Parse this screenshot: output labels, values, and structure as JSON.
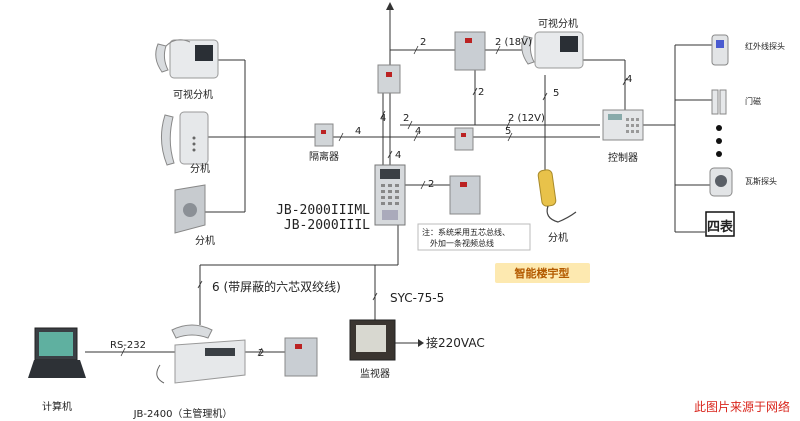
{
  "devices": {
    "video_ext_left": "可视分机",
    "video_ext_right": "可视分机",
    "ext_mid": "分机",
    "ext_wall": "分机",
    "ext_yellow": "分机",
    "isolator": "隔离器",
    "controller": "控制器",
    "model_1": "JB-2000IIIML",
    "model_2": "JB-2000IIIL",
    "monitor": "监视器",
    "computer": "计算机",
    "manager": "JB-2400（主管理机）"
  },
  "sensors": {
    "infrared": "红外线探头",
    "door": "门磁",
    "gas": "瓦斯探头",
    "four_title": "四表"
  },
  "wires": {
    "w_top_2": "2",
    "w_top_2_18v": "2 (18V)",
    "w_right_vert_2": "2",
    "w_ctrl_4": "4",
    "w_ext_5": "5",
    "w_bus_4a": "4",
    "w_bus_2": "2",
    "w_bus_2_12v": "2 (12V)",
    "w_iso_4": "4",
    "w_bus_4b": "4",
    "w_bus_5": "5",
    "w_down_4": "4",
    "w_psu_2": "2",
    "w_twisted": "6 (带屏蔽的六芯双绞线)",
    "w_syc": "SYC-75-5",
    "w_rs232": "RS-232",
    "w_mgr_2": "2",
    "w_220": "接220VAC"
  },
  "notes": {
    "note_line1": "注：系统采用五芯总线、",
    "note_line2": "外加一条视频总线",
    "title_badge": "智能楼宇型",
    "source": "此图片来源于网络"
  },
  "colors": {
    "wire": "#333333",
    "badge_bg": "#fde9b0",
    "badge_text": "#b35a00",
    "source_text": "#d9251c",
    "device_grey": "#c9ced3",
    "device_dark": "#3a3f44"
  }
}
